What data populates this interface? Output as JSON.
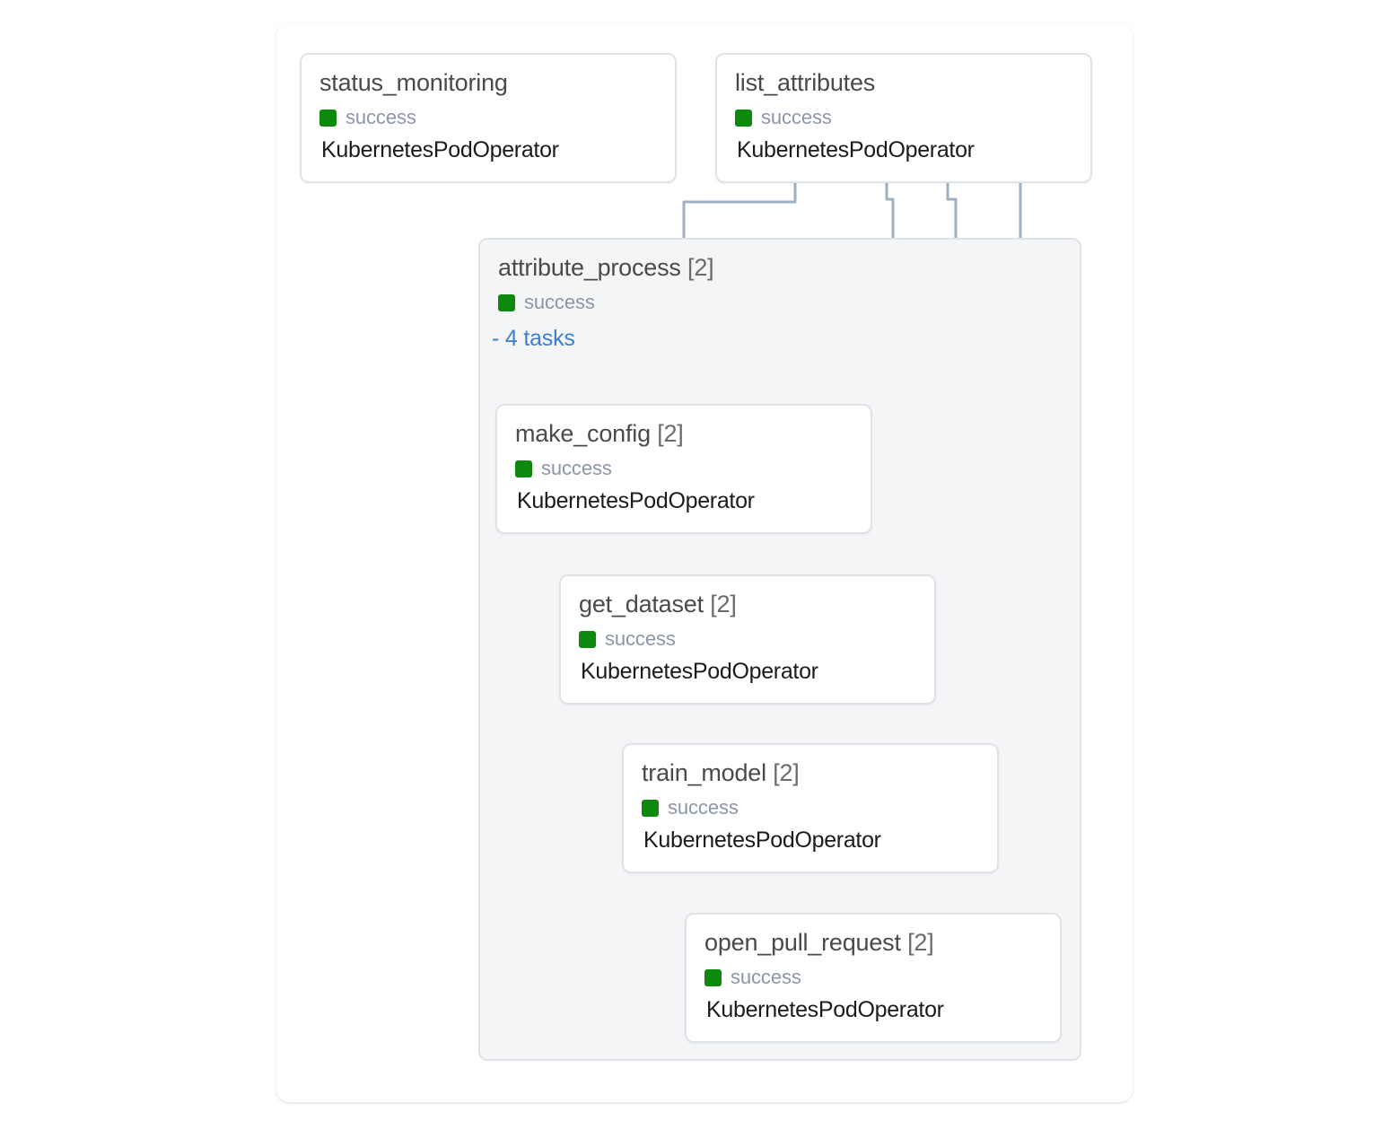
{
  "graph": {
    "view_name": "airflow-dag-graph",
    "edge_color": "#9fb0c4",
    "node_border_color": "#dfe3e8",
    "group_background": "#f4f5f6",
    "status_success_color": "#0d8a0d",
    "status_text_color": "#8b96a8",
    "link_color": "#3b7fd4"
  },
  "nodes": [
    {
      "id": "status_monitoring",
      "title": "status_monitoring",
      "map_count": "",
      "status": "success",
      "operator": "KubernetesPodOperator"
    },
    {
      "id": "list_attributes",
      "title": "list_attributes",
      "map_count": "",
      "status": "success",
      "operator": "KubernetesPodOperator"
    },
    {
      "id": "attribute_process",
      "title": "attribute_process",
      "map_count": " [2]",
      "status": "success",
      "toggle_label": "- 4 tasks",
      "task_count": 4
    },
    {
      "id": "make_config",
      "title": "make_config",
      "map_count": " [2]",
      "status": "success",
      "operator": "KubernetesPodOperator"
    },
    {
      "id": "get_dataset",
      "title": "get_dataset",
      "map_count": " [2]",
      "status": "success",
      "operator": "KubernetesPodOperator"
    },
    {
      "id": "train_model",
      "title": "train_model",
      "map_count": " [2]",
      "status": "success",
      "operator": "KubernetesPodOperator"
    },
    {
      "id": "open_pull_request",
      "title": "open_pull_request",
      "map_count": " [2]",
      "status": "success",
      "operator": "KubernetesPodOperator"
    }
  ]
}
